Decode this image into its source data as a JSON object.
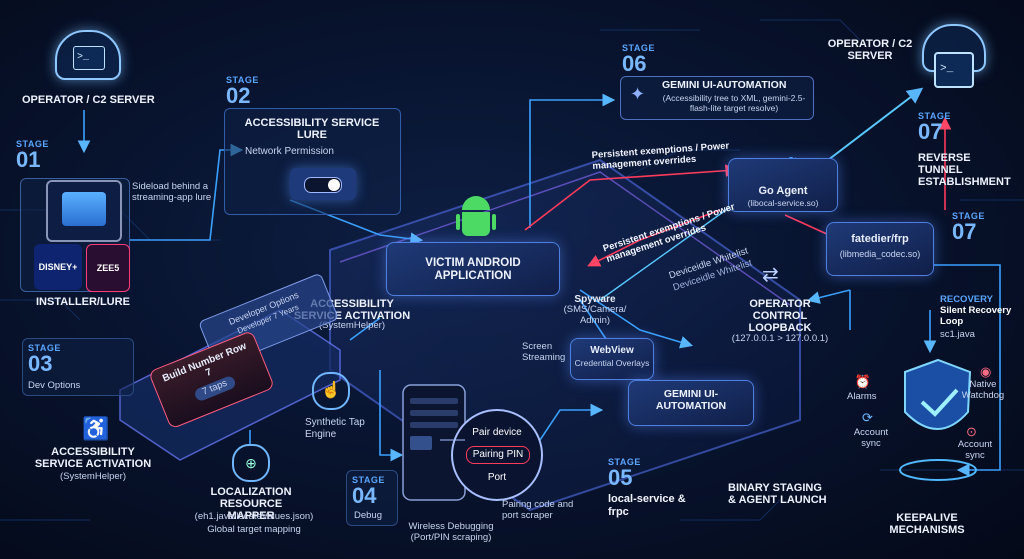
{
  "stage_word": "STAGE",
  "operator_left": "OPERATOR / C2 SERVER",
  "operator_right": "OPERATOR / C2 SERVER",
  "stage01": {
    "num": "01",
    "sideload": "Sideload behind a streaming-app lure",
    "brand1": "DISNEY+",
    "brand2": "ZEE5",
    "title": "INSTALLER/LURE"
  },
  "stage02": {
    "num": "02",
    "title": "ACCESSIBILITY SERVICE LURE",
    "sub": "Network Permission"
  },
  "stage06": {
    "num": "06",
    "title": "GEMINI UI-AUTOMATION",
    "sub": "(Accessibility tree to XML, gemini-2.5-flash-lite target resolve)"
  },
  "persistent_top": "Persistent exemptions / Power management overrides",
  "persistent_mid": "Persistent exemptions / Power management overrides",
  "doze_whitelist": "Deviceidle Whitelist",
  "doze_whitelist2": "Deviceidle Whitelist",
  "victim": "VICTIM ANDROID APPLICATION",
  "go_agent": {
    "title": "Go Agent",
    "sub": "(libocal-service.so)"
  },
  "frp": {
    "title": "fatedier/frp",
    "sub": "(libmedia_codec.so)"
  },
  "stage07a": {
    "num": "07",
    "title": "REVERSE TUNNEL ESTABLISHMENT"
  },
  "stage07b": {
    "num": "07"
  },
  "recovery": {
    "tag": "RECOVERY",
    "title": "Silent Recovery Loop",
    "sub": "sc1.java"
  },
  "loopback": {
    "title": "OPERATOR CONTROL LOOPBACK",
    "sub": "(127.0.0.1 > 127.0.0.1)"
  },
  "spyware": {
    "title": "Spyware",
    "sub": "(SMS/Camera/ Admin)"
  },
  "screen_streaming": "Screen Streaming",
  "webview": {
    "title": "WebView",
    "sub": "Credential Overlays"
  },
  "gemini_node": "GEMINI UI-AUTOMATION",
  "acc_activation_top": {
    "title": "ACCESSIBILITY SERVICE ACTIVATION",
    "sub": "(SystemHelper)"
  },
  "stage03": {
    "num": "03",
    "sub": "Dev Options"
  },
  "dev_options": {
    "title": "Developer Options",
    "sub": "Developer 7 Years",
    "build": "Build Number Row",
    "build_n": "7",
    "taps": "7 taps"
  },
  "synthetic_tap": "Synthetic Tap Engine",
  "acc_activation_left": {
    "title": "ACCESSIBILITY SERVICE ACTIVATION",
    "sub": "(SystemHelper)"
  },
  "localization": {
    "title": "LOCALIZATION RESOURCE MAPPER",
    "sub": "(eh1.java/locateValues.json)",
    "sub2": "Global target mapping"
  },
  "stage04": {
    "num": "04",
    "sub": "Debug"
  },
  "wireless": {
    "title": "Wireless Debugging",
    "sub": "(Port/PIN scraping)"
  },
  "pairing": {
    "pair_device": "Pair device",
    "pairing_pin": "Pairing PIN",
    "port": "Port"
  },
  "pairing_scraper": "Pairing code and port scraper",
  "stage05": {
    "num": "05",
    "sub": "local-service & frpc"
  },
  "binary_staging": "BINARY STAGING & AGENT LAUNCH",
  "keepalive": {
    "title": "KEEPALIVE MECHANISMS",
    "alarms": "Alarms",
    "account_sync_left": "Account sync",
    "native_watchdog": "Native Watchdog",
    "account_sync_right": "Account sync"
  },
  "colors": {
    "accent": "#4f7fe0",
    "wire": "#3aa0ff",
    "danger": "#ff3b5c",
    "android": "#4cd964"
  }
}
